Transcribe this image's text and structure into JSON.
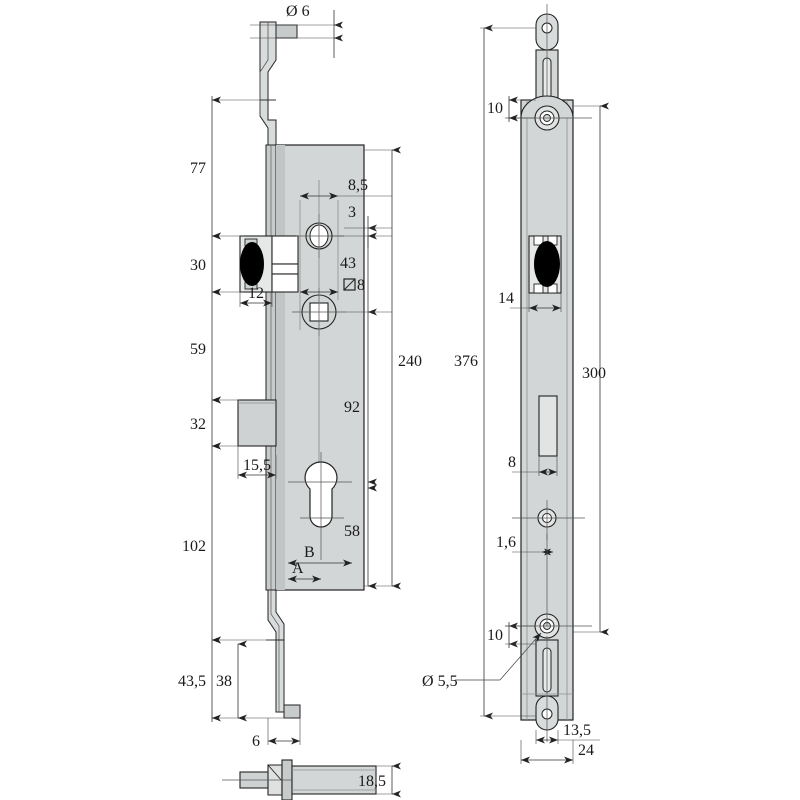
{
  "drawing": {
    "title": "Mortise lock technical drawing",
    "colors": {
      "body_fill": "#d3d6d6",
      "body_fill_light": "#e2e4e4",
      "body_fill_dark": "#c2c5c5",
      "outline": "#222222",
      "dimension_line": "#333333",
      "center_line": "#555555",
      "text": "#1a1a1a",
      "black_part": "#000000",
      "white": "#ffffff"
    },
    "views": {
      "front": {
        "name": "front-view",
        "label": ""
      },
      "side": {
        "name": "side-view",
        "label": ""
      },
      "bottom_detail": {
        "name": "bottom-detail-view",
        "label": ""
      }
    }
  },
  "dimensions": {
    "front_left_chain": [
      {
        "id": "d77",
        "value": "77"
      },
      {
        "id": "d30",
        "value": "30"
      },
      {
        "id": "d59",
        "value": "59"
      },
      {
        "id": "d32",
        "value": "32"
      },
      {
        "id": "d102",
        "value": "102"
      },
      {
        "id": "d435",
        "value": "43,5"
      },
      {
        "id": "d38",
        "value": "38"
      }
    ],
    "front_right_chain": [
      {
        "id": "d85",
        "value": "8,5"
      },
      {
        "id": "d3",
        "value": "3"
      },
      {
        "id": "d43",
        "value": "43"
      },
      {
        "id": "dsq8",
        "value": "8",
        "prefix": "square"
      },
      {
        "id": "d240",
        "value": "240"
      },
      {
        "id": "d92",
        "value": "92"
      },
      {
        "id": "d58",
        "value": "58"
      }
    ],
    "front_misc": [
      {
        "id": "dia6",
        "value": "6",
        "prefix": "diameter"
      },
      {
        "id": "d12",
        "value": "12"
      },
      {
        "id": "d155",
        "value": "15,5"
      },
      {
        "id": "d6",
        "value": "6"
      },
      {
        "id": "letterA",
        "value": "A"
      },
      {
        "id": "letterB",
        "value": "B"
      }
    ],
    "side_chain": [
      {
        "id": "s10top",
        "value": "10"
      },
      {
        "id": "s376",
        "value": "376"
      },
      {
        "id": "s300",
        "value": "300"
      },
      {
        "id": "s14",
        "value": "14"
      },
      {
        "id": "s8",
        "value": "8"
      },
      {
        "id": "s16",
        "value": "1,6"
      },
      {
        "id": "s10bot",
        "value": "10"
      },
      {
        "id": "s135",
        "value": "13,5"
      },
      {
        "id": "s24",
        "value": "24"
      },
      {
        "id": "sdia55",
        "value": "5,5",
        "prefix": "diameter"
      }
    ],
    "bottom_detail": [
      {
        "id": "b185",
        "value": "18,5"
      }
    ]
  },
  "symbols": {
    "diameter": "Ø",
    "square": "□"
  }
}
